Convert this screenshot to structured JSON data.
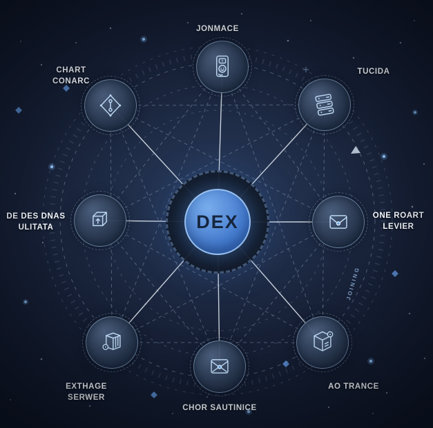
{
  "center": {
    "label": "DEX"
  },
  "nodes": {
    "top": {
      "label1": "JONMACE",
      "label2": "",
      "icon": "kiosk-device-icon"
    },
    "top_right": {
      "label1": "TUCIDA",
      "label2": "",
      "icon": "database-stack-icon"
    },
    "right": {
      "label1": "ONE ROART",
      "label2": "LEVIER",
      "icon": "envelope-icon"
    },
    "bottom_right": {
      "label1": "AO TRANCE",
      "label2": "",
      "icon": "package-scan-icon"
    },
    "bottom": {
      "label1": "CHOR SAUTINICE",
      "label2": "",
      "icon": "envelope-check-icon"
    },
    "bottom_left": {
      "label1": "EXTHAGE",
      "label2": "SERWER",
      "icon": "server-cube-icon"
    },
    "left": {
      "label1": "DE DES DNAS",
      "label2": "ULITATA",
      "icon": "cube-upload-icon"
    },
    "top_left": {
      "label1": "CHART",
      "label2": "CONARC",
      "icon": "network-diamond-icon"
    }
  },
  "decor": {
    "orbit_label": "JOINING"
  },
  "colors": {
    "accent_blue": "#4a86d8",
    "icon_stroke": "#bcd7f2",
    "label_text": "#f2f6fb",
    "background_deep": "#0b1220"
  }
}
